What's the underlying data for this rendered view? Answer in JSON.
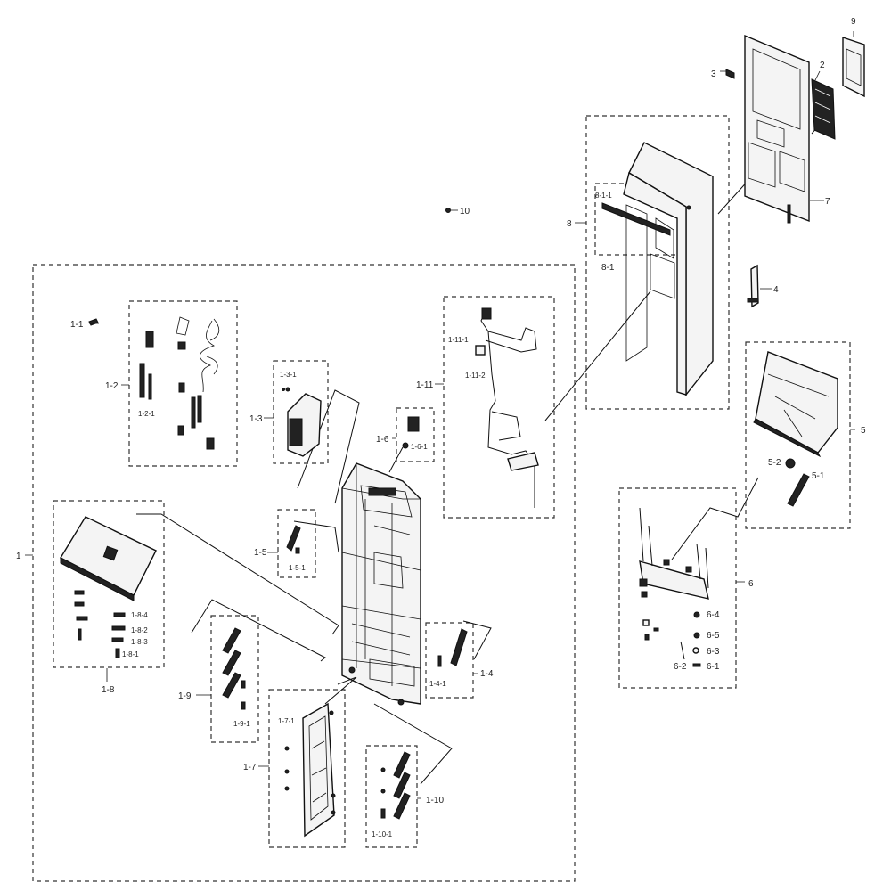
{
  "labels": {
    "l1": "1",
    "l1_1": "1-1",
    "l1_2": "1-2",
    "l1_2_1": "1-2-1",
    "l1_3": "1-3",
    "l1_3_1": "1-3-1",
    "l1_4": "1-4",
    "l1_4_1": "1-4-1",
    "l1_5": "1-5",
    "l1_5_1": "1-5-1",
    "l1_6": "1-6",
    "l1_6_1": "1-6-1",
    "l1_7": "1-7",
    "l1_7_1": "1-7-1",
    "l1_8": "1-8",
    "l1_8_1": "1-8-1",
    "l1_8_2": "1-8-2",
    "l1_8_3": "1-8-3",
    "l1_8_4": "1-8-4",
    "l1_9": "1-9",
    "l1_9_1": "1-9-1",
    "l1_10": "1-10",
    "l1_10_1": "1-10-1",
    "l1_11": "1-11",
    "l1_11_1": "1-11-1",
    "l1_11_2": "1-11-2",
    "l2": "2",
    "l3": "3",
    "l4": "4",
    "l5": "5",
    "l5_1": "5-1",
    "l5_2": "5-2",
    "l6": "6",
    "l6_1": "6-1",
    "l6_2": "6-2",
    "l6_3": "6-3",
    "l6_4": "6-4",
    "l6_5": "6-5",
    "l7": "7",
    "l8": "8",
    "l8_1": "8-1",
    "l8_1_1": "8-1-1",
    "l9": "9",
    "l10": "10"
  }
}
